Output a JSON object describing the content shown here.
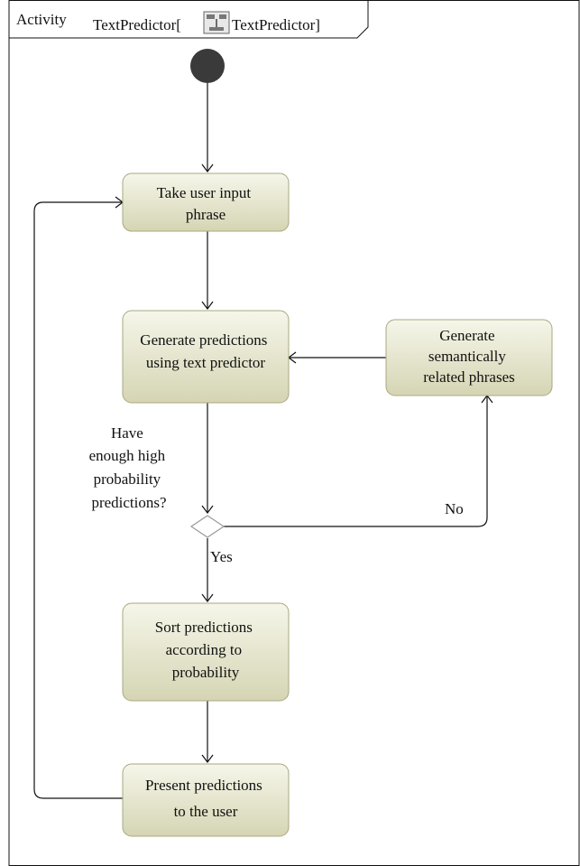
{
  "frame": {
    "kind": "Activity",
    "name_prefix": "TextPredictor[",
    "name_suffix": "TextPredictor]",
    "icon": "activity-diagram-icon"
  },
  "nodes": {
    "take_input": [
      "Take user input",
      "phrase"
    ],
    "generate": [
      "Generate predictions",
      "using text predictor"
    ],
    "semantic": [
      "Generate",
      "semantically",
      "related phrases"
    ],
    "sort": [
      "Sort predictions",
      "according to",
      "probability"
    ],
    "present": [
      "Present predictions",
      "to the user"
    ]
  },
  "decision": {
    "question": [
      "Have",
      "enough high",
      "probability",
      "predictions?"
    ],
    "yes_label": "Yes",
    "no_label": "No"
  },
  "colors": {
    "node_fill_top": "#f6f6ea",
    "node_fill_bottom": "#d5d5b4",
    "node_stroke": "#a8a880",
    "initial_node": "#3a3a3a",
    "line": "#111111",
    "decision_fill": "#ffffff",
    "decision_stroke": "#9a9a9a"
  }
}
